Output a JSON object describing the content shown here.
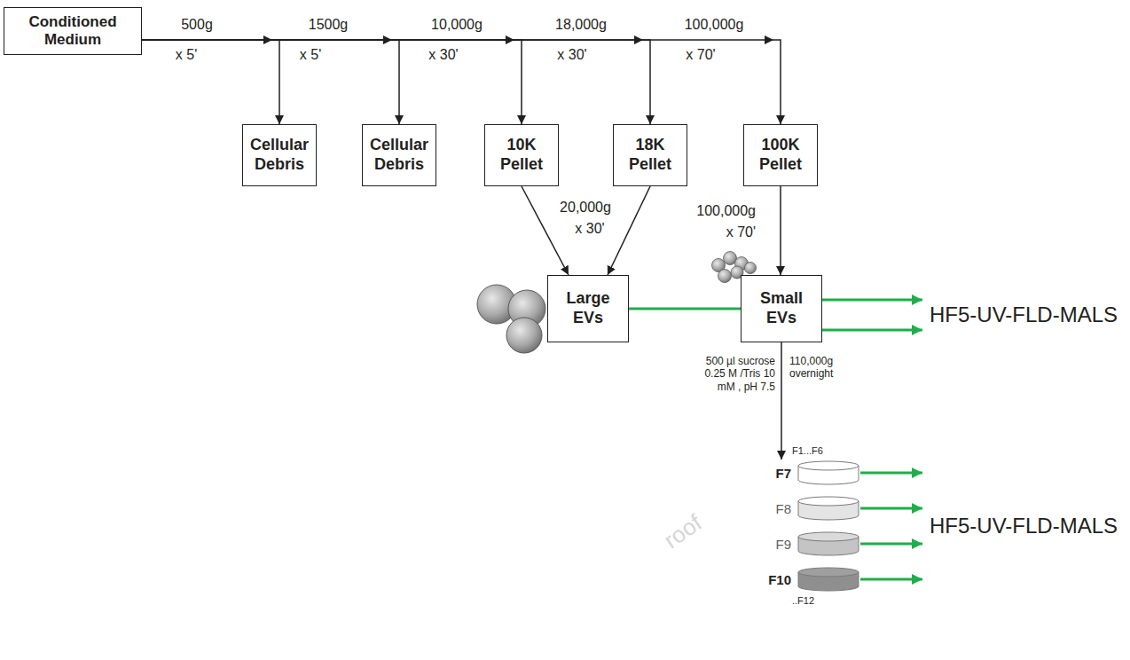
{
  "diagram": {
    "nodes": [
      {
        "text": [
          "Conditioned Medium"
        ]
      },
      {
        "text": [
          "Cellular Debris"
        ]
      },
      {
        "text": [
          "Cellular Debris"
        ]
      },
      {
        "text": [
          "10K Pellet"
        ]
      },
      {
        "text": [
          "18K Pellet"
        ]
      },
      {
        "text": [
          "100K Pellet"
        ]
      },
      {
        "text": [
          "Large EVs"
        ]
      },
      {
        "text": [
          "Small EVs"
        ]
      },
      {
        "text": [
          "HF5-UV-FLD-MALS"
        ]
      },
      {
        "text": [
          "F7"
        ]
      },
      {
        "text": [
          "F8"
        ]
      },
      {
        "text": [
          "F9"
        ]
      },
      {
        "text": [
          "F10"
        ]
      },
      {
        "text": [
          "HF5-UV-FLD-MALS"
        ]
      }
    ],
    "edges": [
      {
        "from": 0,
        "to": 1,
        "arrow": "to"
      },
      {
        "from": 0,
        "to": 2,
        "arrow": "to"
      },
      {
        "from": 0,
        "to": 3,
        "arrow": "to"
      },
      {
        "from": 0,
        "to": 4,
        "arrow": "to"
      },
      {
        "from": 0,
        "to": 5,
        "arrow": "to"
      },
      {
        "from": 3,
        "to": 6,
        "arrow": "to"
      },
      {
        "from": 4,
        "to": 6,
        "arrow": "to"
      },
      {
        "from": 5,
        "to": 7,
        "arrow": "to"
      },
      {
        "from": 6,
        "to": 7,
        "arrow": "none"
      },
      {
        "from": 7,
        "to": 8,
        "arrow": "to"
      },
      {
        "from": 7,
        "to": 8,
        "arrow": "to"
      },
      {
        "from": 7,
        "to": 9,
        "arrow": "to"
      },
      {
        "from": 9,
        "to": 13,
        "arrow": "to"
      },
      {
        "from": 10,
        "to": 13,
        "arrow": "to"
      },
      {
        "from": 11,
        "to": 13,
        "arrow": "to"
      },
      {
        "from": 12,
        "to": 13,
        "arrow": "to"
      }
    ],
    "labels": [
      "500g",
      "x 5'",
      "1500g",
      "x 5'",
      "10,000g",
      "x 30'",
      "18,000g",
      "x 30'",
      "100,000g",
      "x 70'",
      "20,000g",
      "x 30'",
      "100,000g",
      "x 70'",
      "500 µl sucrose 0.25 M /Tris 10 mM , pH 7.5",
      "110,000g overnight",
      "F1...F6",
      "..F12",
      "roof"
    ]
  }
}
